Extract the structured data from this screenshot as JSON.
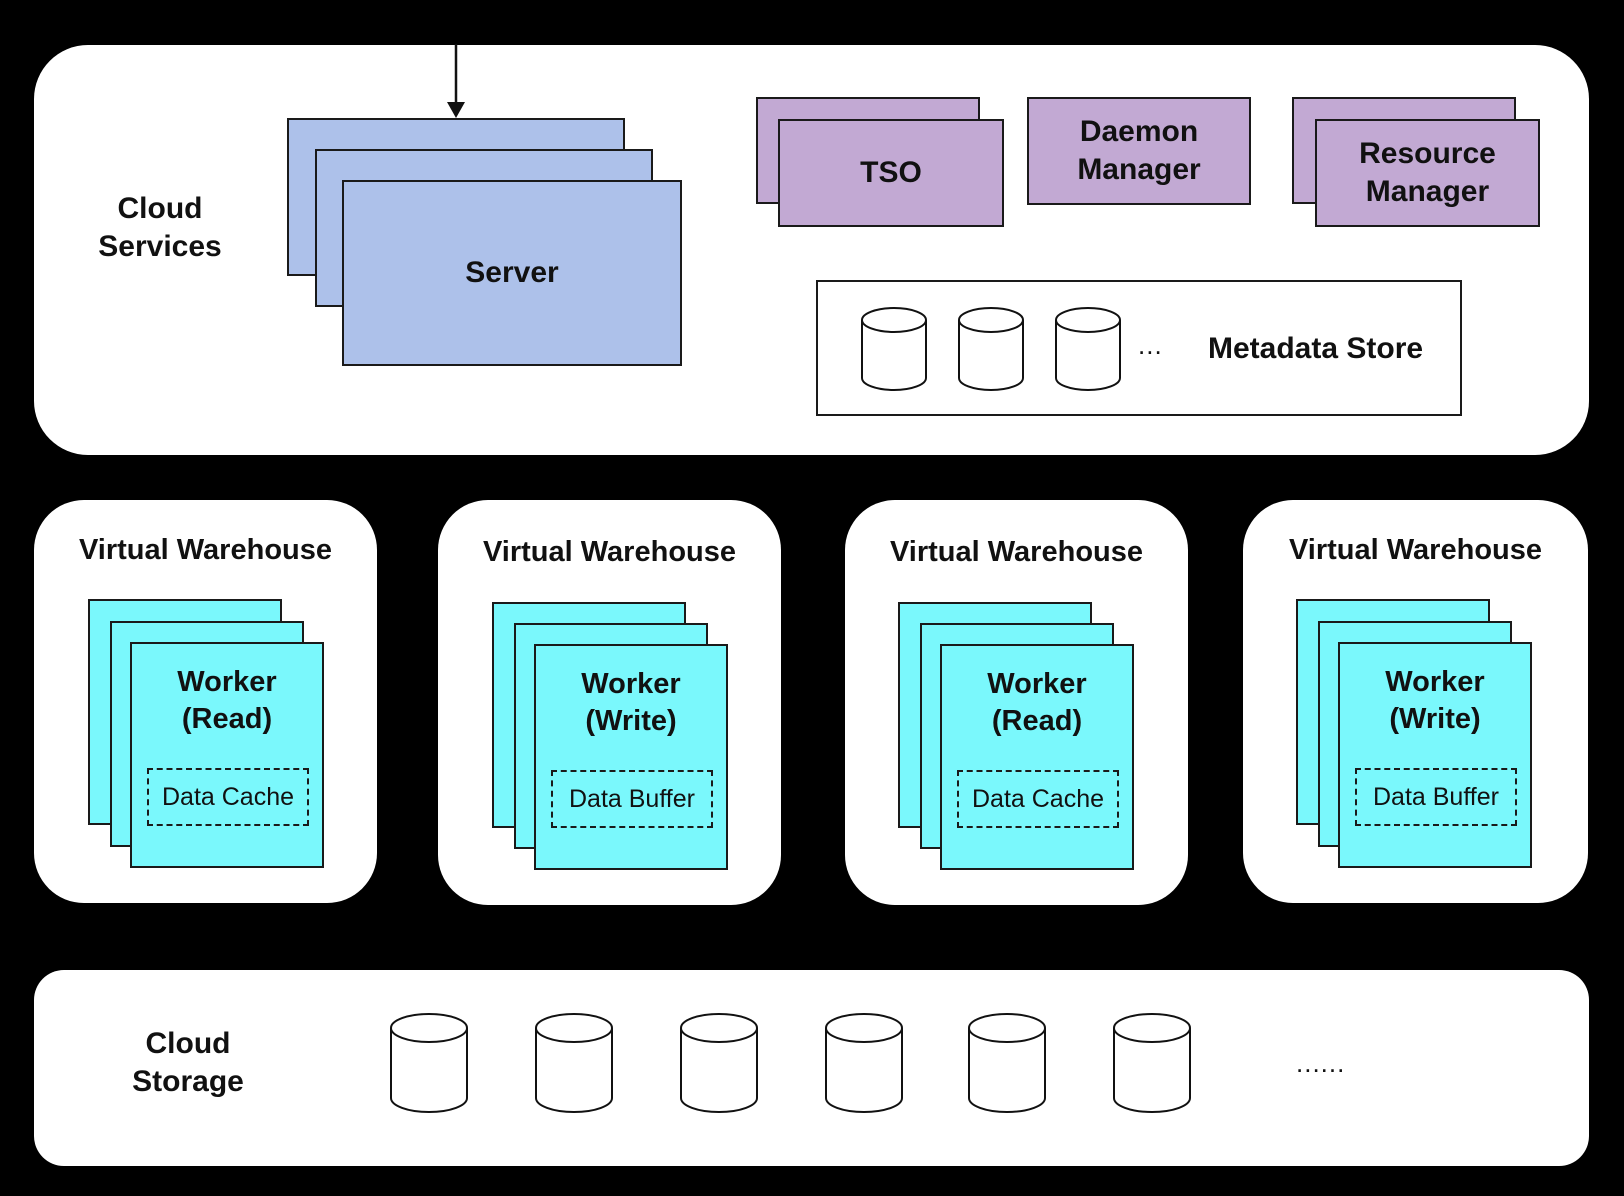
{
  "cloud_services": {
    "label": "Cloud\nServices",
    "server_label": "Server",
    "tso_label": "TSO",
    "daemon_manager_label": "Daemon\nManager",
    "resource_manager_label": "Resource\nManager",
    "metadata_store": {
      "ellipsis": "...",
      "label": "Metadata Store"
    }
  },
  "warehouses": [
    {
      "title": "Virtual Warehouse",
      "worker_label": "Worker\n(Read)",
      "component": "Data Cache"
    },
    {
      "title": "Virtual Warehouse",
      "worker_label": "Worker\n(Write)",
      "component": "Data Buffer"
    },
    {
      "title": "Virtual Warehouse",
      "worker_label": "Worker\n(Read)",
      "component": "Data Cache"
    },
    {
      "title": "Virtual Warehouse",
      "worker_label": "Worker\n(Write)",
      "component": "Data Buffer"
    }
  ],
  "cloud_storage": {
    "label": "Cloud\nStorage",
    "ellipsis": "......"
  },
  "colors": {
    "background": "#000000",
    "panel": "#ffffff",
    "server": "#adc1ea",
    "manager": "#c2a9d3",
    "worker": "#7af8fc"
  }
}
